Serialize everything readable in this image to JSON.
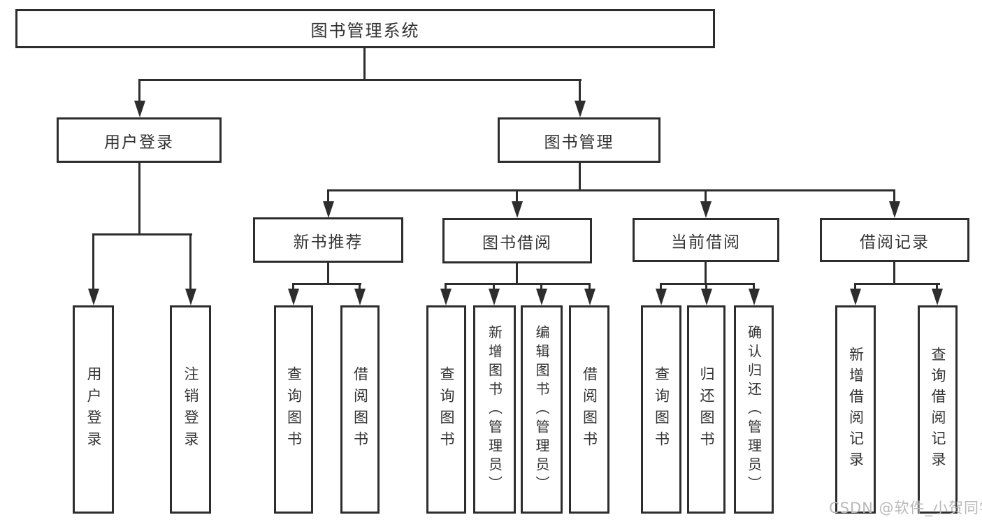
{
  "diagram": {
    "title": "图书管理系统",
    "root": {
      "label": "图书管理系统"
    },
    "level2": {
      "user_login": {
        "label": "用户登录"
      },
      "book_management": {
        "label": "图书管理"
      }
    },
    "level3": {
      "new_book_recommend": {
        "label": "新书推荐"
      },
      "book_borrow": {
        "label": "图书借阅"
      },
      "current_borrow": {
        "label": "当前借阅"
      },
      "borrow_record": {
        "label": "借阅记录"
      }
    },
    "leaves": {
      "user_login": {
        "label": "用户登录"
      },
      "logout": {
        "label": "注销登录"
      },
      "recommend_query_book": {
        "label": "查询图书"
      },
      "recommend_borrow_book": {
        "label": "借阅图书"
      },
      "borrow_query_book": {
        "label": "查询图书"
      },
      "borrow_add_book": {
        "label": "新增图书（管理员）"
      },
      "borrow_edit_book": {
        "label": "编辑图书（管理员）"
      },
      "borrow_borrow_book": {
        "label": "借阅图书"
      },
      "current_query_book": {
        "label": "查询图书"
      },
      "current_return_book": {
        "label": "归还图书"
      },
      "current_confirm_return": {
        "label": "确认归还（管理员）"
      },
      "record_add_record": {
        "label": "新增借阅记录"
      },
      "record_query_record": {
        "label": "查询借阅记录"
      }
    }
  },
  "watermark": {
    "text": "CSDN @软件_小贺同学"
  },
  "colors": {
    "line": "#2d2d2d",
    "text": "#333333",
    "background": "#ffffff",
    "watermark": "#b9b9b9"
  }
}
